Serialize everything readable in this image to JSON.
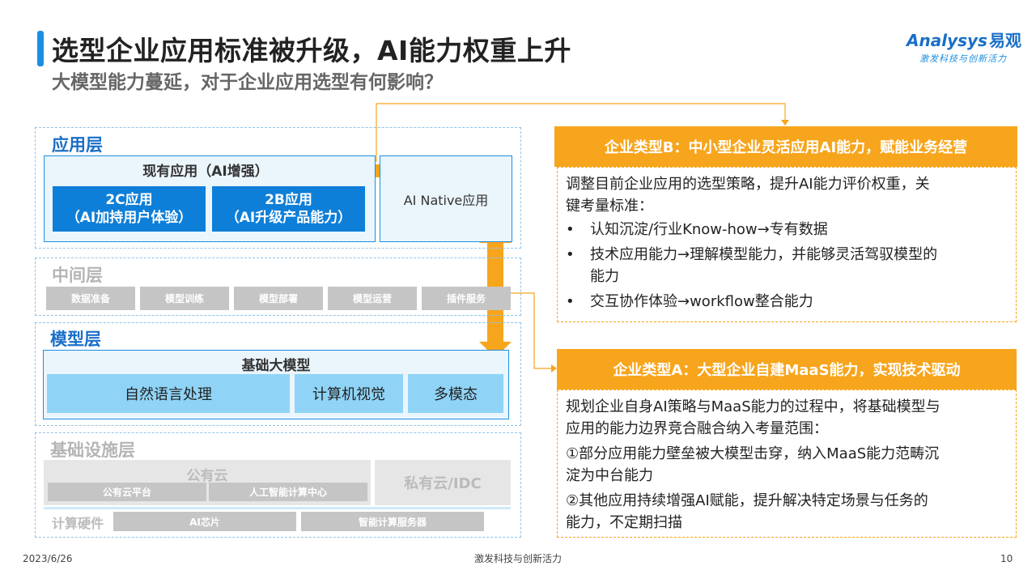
{
  "header": {
    "title": "选型企业应用标准被升级，AI能力权重上升",
    "subtitle": "大模型能力蔓延，对于企业应用选型有何影响？"
  },
  "logo": {
    "brand": "Analysys",
    "brand_cn": "易观",
    "slogan": "激发科技与创新活力"
  },
  "diagram": {
    "app_layer": {
      "label": "应用层",
      "existing_title": "现有应用（AI增强）",
      "app_2c_line1": "2C应用",
      "app_2c_line2": "（AI加持用户体验）",
      "app_2b_line1": "2B应用",
      "app_2b_line2": "（AI升级产品能力）",
      "native": "AI Native应用"
    },
    "middle_layer": {
      "label": "中间层",
      "items": [
        "数据准备",
        "模型训练",
        "模型部署",
        "模型运营",
        "插件服务"
      ]
    },
    "model_layer": {
      "label": "模型层",
      "base_title": "基础大模型",
      "items": [
        "自然语言处理",
        "计算机视觉",
        "多模态"
      ]
    },
    "infra_layer": {
      "label": "基础设施层",
      "public_cloud": "公有云",
      "public_items": [
        "公有云平台",
        "人工智能计算中心"
      ],
      "private_cloud": "私有云/IDC",
      "hardware_label": "计算硬件",
      "hardware_items": [
        "AI芯片",
        "智能计算服务器"
      ]
    }
  },
  "panel_b": {
    "title": "企业类型B：中小型企业灵活应用AI能力，赋能业务经营",
    "intro_line1": "调整目前企业应用的选型策略，提升AI能力评价权重，关",
    "intro_line2": "键考量标准：",
    "bullet_symbol": "•",
    "bullets": [
      {
        "line1": "认知沉淀/行业Know-how→专有数据",
        "line2": ""
      },
      {
        "line1": "技术应用能力→理解模型能力，并能够灵活驾驭模型的",
        "line2": "能力"
      },
      {
        "line1": "交互协作体验→workflow整合能力",
        "line2": ""
      }
    ]
  },
  "panel_a": {
    "title": "企业类型A：大型企业自建MaaS能力，实现技术驱动",
    "intro_line1": "规划企业自身AI策略与MaaS能力的过程中，将基础模型与",
    "intro_line2": "应用的能力边界竞合融合纳入考量范围：",
    "item1_line1": "①部分应用能力壁垒被大模型击穿，纳入MaaS能力范畴沉",
    "item1_line2": "淀为中台能力",
    "item2_line1": "②其他应用持续增强AI赋能，提升解决特定场景与任务的",
    "item2_line2": "能力，不定期扫描"
  },
  "footer": {
    "date": "2023/6/26",
    "center": "激发科技与创新活力",
    "page": "10"
  },
  "colors": {
    "blue": "#1a8fe0",
    "orange": "#f7a51c",
    "dark_blue": "#0e7fd8",
    "light_blue": "#8fd4f6"
  }
}
